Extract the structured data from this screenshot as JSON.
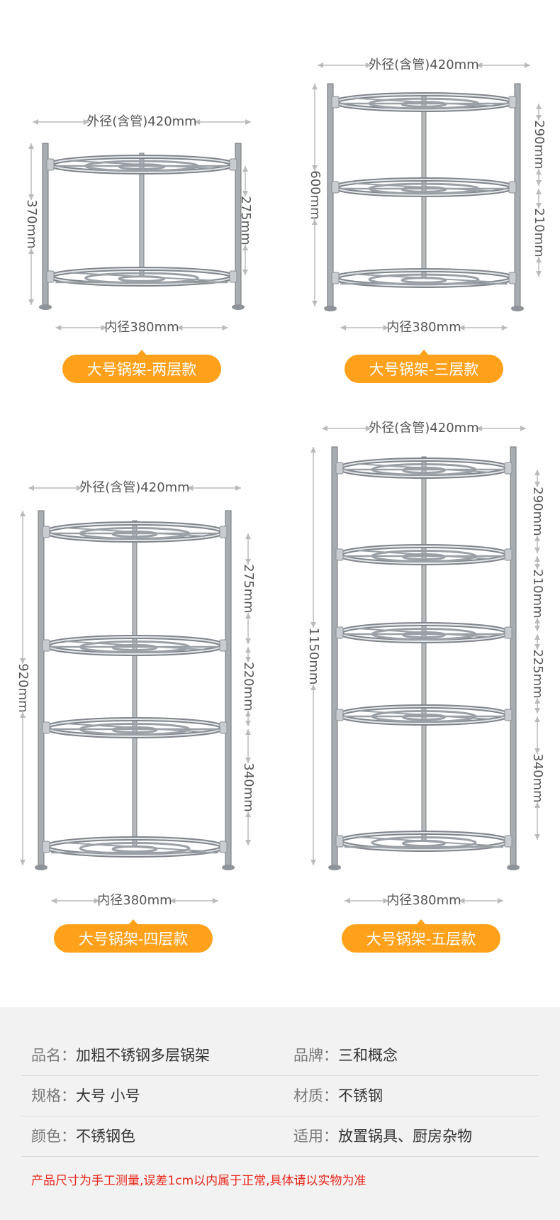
{
  "racks": [
    {
      "label": "大号锅架-两层款",
      "outer_diameter": "外径(含管)420mm",
      "inner_diameter": "内径380mm",
      "total_height": "370mm",
      "gaps": [
        "275mm"
      ]
    },
    {
      "label": "大号锅架-三层款",
      "outer_diameter": "外径(含管)420mm",
      "inner_diameter": "内径380mm",
      "total_height": "600mm",
      "gaps": [
        "290mm",
        "210mm"
      ]
    },
    {
      "label": "大号锅架-四层款",
      "outer_diameter": "外径(含管)420mm",
      "inner_diameter": "内径380mm",
      "total_height": "920mm",
      "gaps": [
        "275mm",
        "220mm",
        "340mm"
      ]
    },
    {
      "label": "大号锅架-五层款",
      "outer_diameter": "外径(含管)420mm",
      "inner_diameter": "内径380mm",
      "total_height": "1150mm",
      "gaps": [
        "290mm",
        "210mm",
        "225mm",
        "340mm"
      ]
    }
  ],
  "specs": [
    [
      {
        "key": "品名",
        "value": "加粗不锈钢多层锅架"
      },
      {
        "key": "品牌",
        "value": "三和概念"
      }
    ],
    [
      {
        "key": "规格",
        "value": "大号 小号"
      },
      {
        "key": "材质",
        "value": "不锈钢"
      }
    ],
    [
      {
        "key": "颜色",
        "value": "不锈钢色"
      },
      {
        "key": "适用",
        "value": "放置锅具、厨房杂物"
      }
    ]
  ],
  "spec_separator": "：",
  "note": "产品尺寸为手工测量,误差1cm以内属于正常,具体请以实物为准",
  "colors": {
    "accent": "#ffa11a",
    "steel": "#9aa0a6",
    "dimension": "#bbbbbb",
    "note": "#e8281c"
  }
}
